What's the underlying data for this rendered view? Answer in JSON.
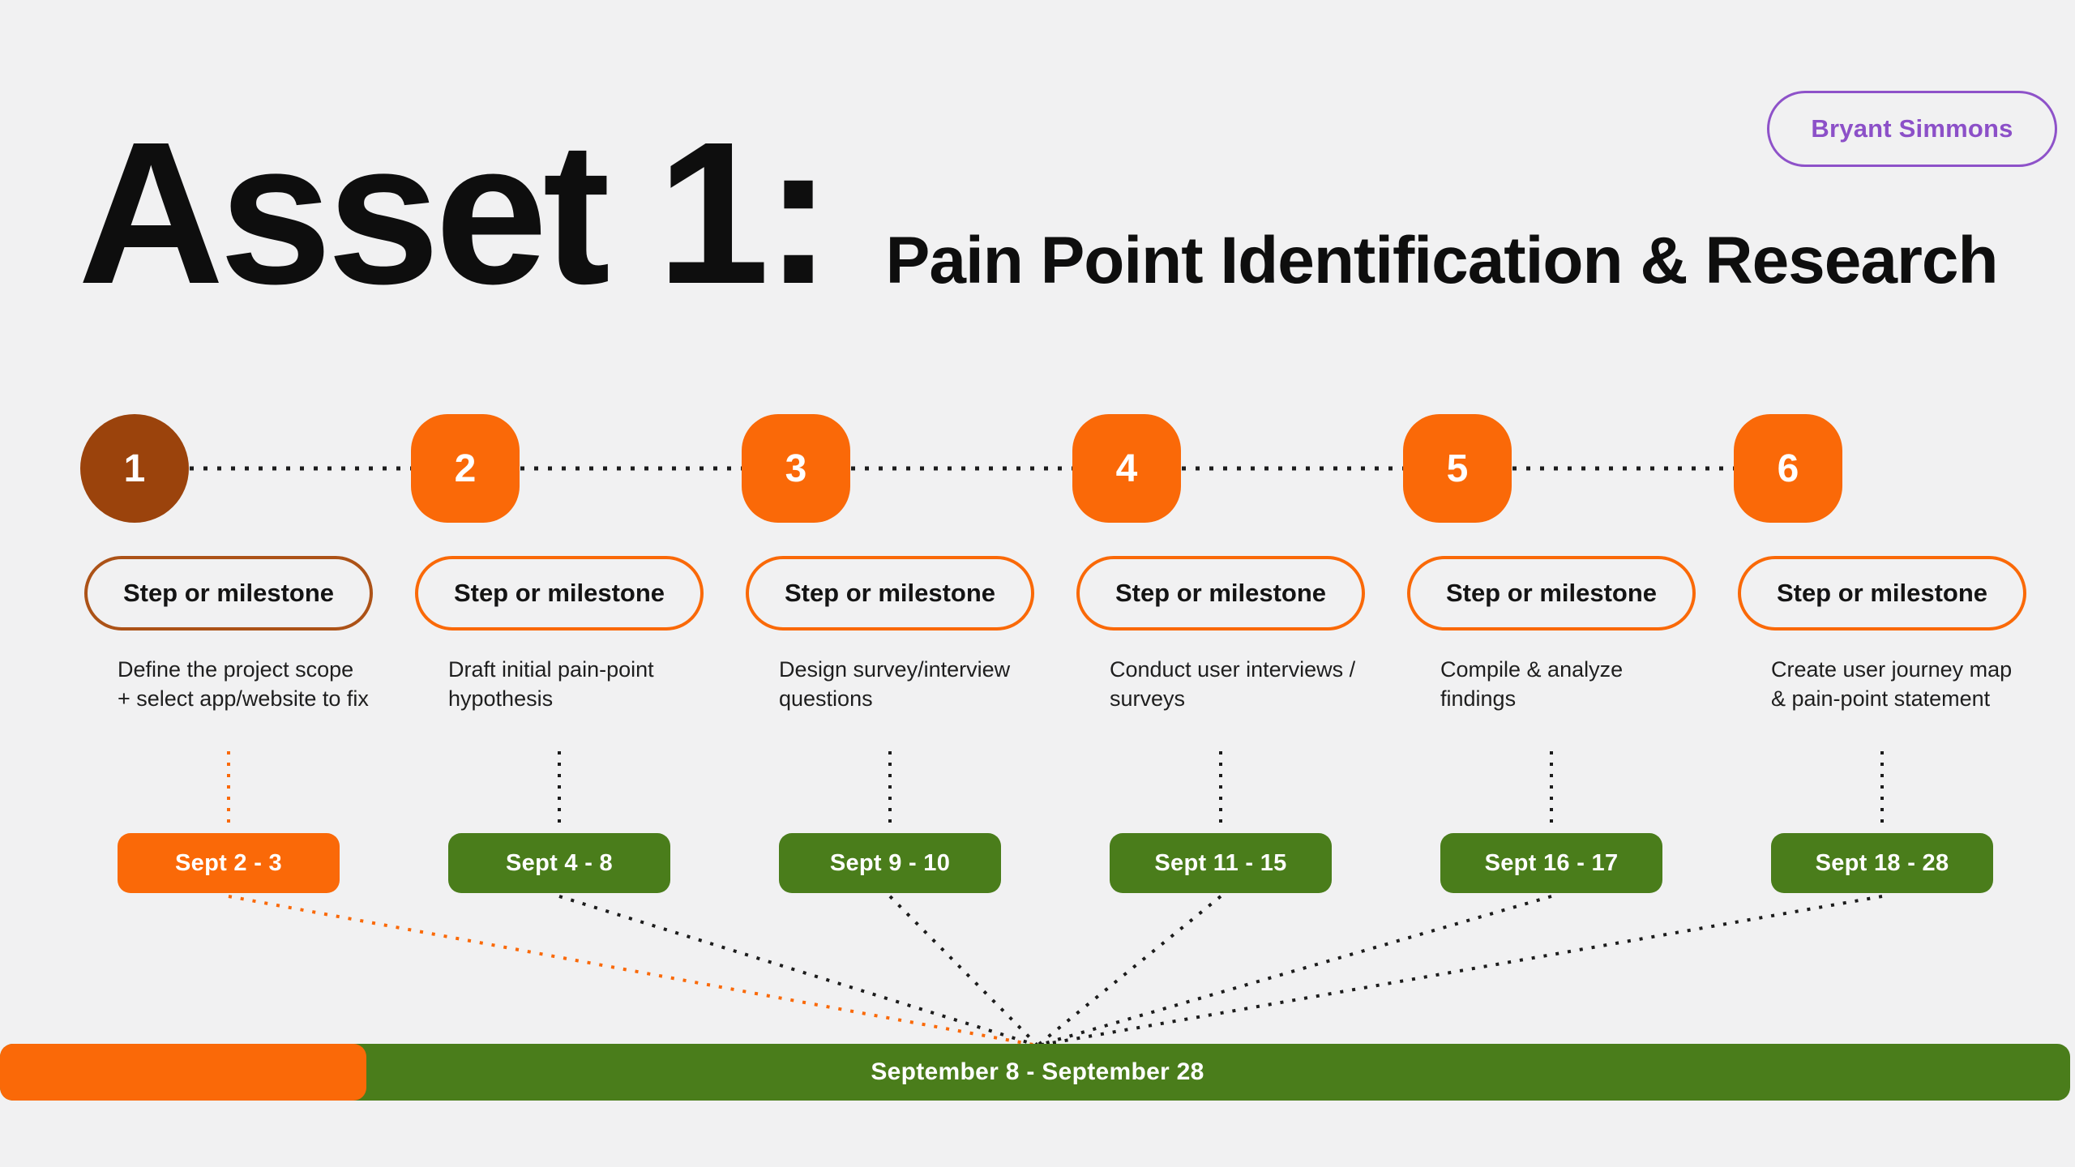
{
  "header": {
    "title": "Asset 1:",
    "subtitle": "Pain Point Identification & Research",
    "owner": "Bryant Simmons"
  },
  "colors": {
    "background": "#f1f1f2",
    "orange": "#fa6908",
    "rust": "#9b430c",
    "green": "#4a7d1b",
    "purple": "#8e52c9",
    "text": "#141414"
  },
  "timeline": {
    "steps": [
      {
        "number": "1",
        "label": "Step or milestone",
        "description": "Define the project scope + select app/website to fix",
        "date": "Sept 2 - 3"
      },
      {
        "number": "2",
        "label": "Step or milestone",
        "description": "Draft initial pain-point hypothesis",
        "date": "Sept 4 - 8"
      },
      {
        "number": "3",
        "label": "Step or milestone",
        "description": "Design survey/interview questions",
        "date": "Sept 9 - 10"
      },
      {
        "number": "4",
        "label": "Step or milestone",
        "description": "Conduct user interviews / surveys",
        "date": "Sept 11 - 15"
      },
      {
        "number": "5",
        "label": "Step or milestone",
        "description": "Compile & analyze findings",
        "date": "Sept 16 - 17"
      },
      {
        "number": "6",
        "label": "Step or milestone",
        "description": "Create user journey map & pain-point statement",
        "date": "Sept 18 - 28"
      }
    ],
    "range_label": "September 8 - September 28"
  }
}
